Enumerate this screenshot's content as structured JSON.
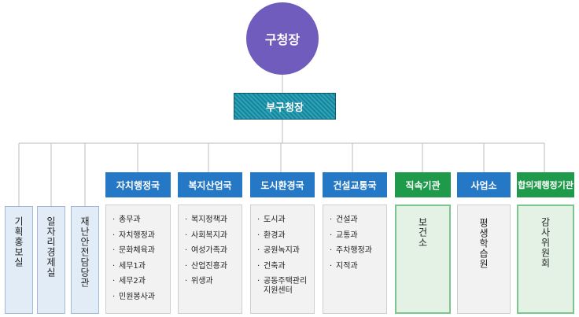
{
  "mayor": "구청장",
  "deputy": "부구청장",
  "staff_offices": [
    {
      "name": "기획홍보실"
    },
    {
      "name": "일자리경제실"
    },
    {
      "name": "재난안전담당관"
    }
  ],
  "departments": [
    {
      "title": "자치행정국",
      "items": [
        "총무과",
        "자치행정과",
        "문화체육과",
        "세무1과",
        "세무2과",
        "민원봉사과"
      ]
    },
    {
      "title": "복지산업국",
      "items": [
        "복지정책과",
        "사회복지과",
        "여성가족과",
        "산업진흥과",
        "위생과"
      ]
    },
    {
      "title": "도시환경국",
      "items": [
        "도시과",
        "환경과",
        "공원녹지과",
        "건축과",
        "공동주택관리"
      ],
      "item_cont": "지원센터"
    },
    {
      "title": "건설교통국",
      "items": [
        "건설과",
        "교통과",
        "주차행정과",
        "지적과"
      ]
    }
  ],
  "agencies": [
    {
      "title": "직속기관",
      "body": "보건소"
    },
    {
      "title": "사업소",
      "body": "평생학습원"
    },
    {
      "title": "합의제행정기관",
      "body": "감사위원회"
    }
  ],
  "colors": {
    "mayor": "#6f5cbc",
    "deputy": "#1a8398",
    "department_header": "#2478c6",
    "agency_header": "#1e9a4a",
    "line": "#bdbdbd"
  }
}
